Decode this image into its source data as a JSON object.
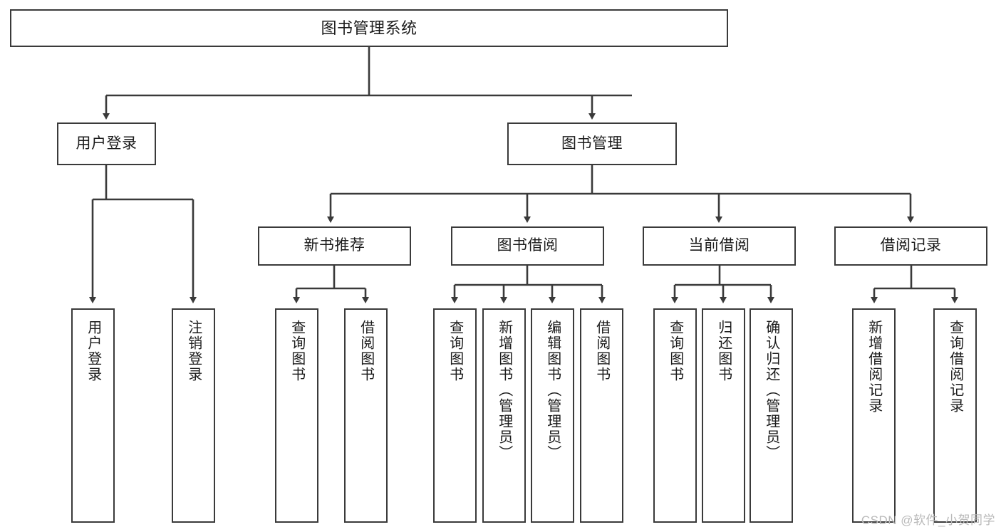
{
  "diagram": {
    "title": "图书管理系统",
    "type": "tree-hierarchy-diagram",
    "root": {
      "label": "图书管理系统"
    },
    "level1": [
      {
        "label": "用户登录"
      },
      {
        "label": "图书管理"
      }
    ],
    "level2": [
      {
        "label": "新书推荐"
      },
      {
        "label": "图书借阅"
      },
      {
        "label": "当前借阅"
      },
      {
        "label": "借阅记录"
      }
    ],
    "leaves": [
      {
        "label": "用户登录",
        "parent": "用户登录"
      },
      {
        "label": "注销登录",
        "parent": "用户登录"
      },
      {
        "label": "查询图书",
        "parent": "新书推荐"
      },
      {
        "label": "借阅图书",
        "parent": "新书推荐"
      },
      {
        "label": "查询图书",
        "parent": "图书借阅"
      },
      {
        "label": "新增图书（管理员）",
        "parent": "图书借阅"
      },
      {
        "label": "编辑图书（管理员）",
        "parent": "图书借阅"
      },
      {
        "label": "借阅图书",
        "parent": "图书借阅"
      },
      {
        "label": "查询图书",
        "parent": "当前借阅"
      },
      {
        "label": "归还图书",
        "parent": "当前借阅"
      },
      {
        "label": "确认归还（管理员）",
        "parent": "当前借阅"
      },
      {
        "label": "新增借阅记录",
        "parent": "借阅记录"
      },
      {
        "label": "查询借阅记录",
        "parent": "借阅记录"
      }
    ]
  },
  "watermark": {
    "text": "CSDN @软件_小贺同学"
  },
  "colors": {
    "border": "#3a3a3a",
    "text": "#1b1b1b",
    "background": "#ffffff",
    "watermark": "#b9b9b9"
  }
}
